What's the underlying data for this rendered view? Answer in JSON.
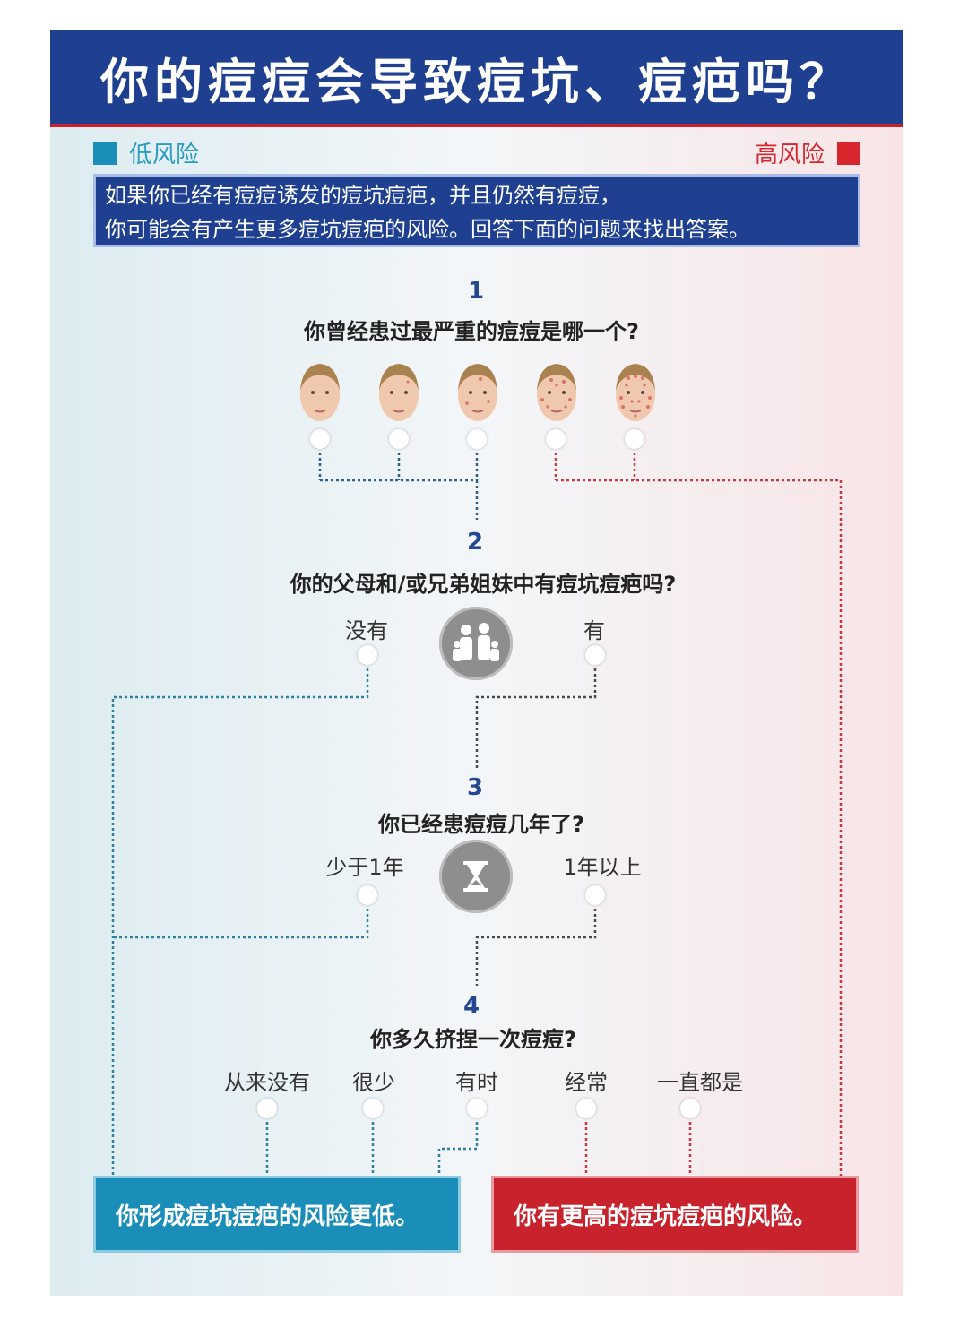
{
  "title": "你的痘痘会导致痘坑、痘疤吗？",
  "legend": {
    "low": "低风险",
    "high": "高风险",
    "low_color": "#1a8db8",
    "high_color": "#d8262e"
  },
  "intro": {
    "line1": "如果你已经有痘痘诱发的痘坑痘疤，并且仍然有痘痘，",
    "line2": "你可能会有产生更多痘坑痘疤的风险。回答下面的问题来找出答案。"
  },
  "questions": [
    {
      "number": "1",
      "text": "你曾经患过最严重的痘痘是哪一个?",
      "faces": [
        "face-clear",
        "face-mild",
        "face-moderate",
        "face-severe",
        "face-very-severe"
      ]
    },
    {
      "number": "2",
      "text": "你的父母和/或兄弟姐妹中有痘坑痘疤吗?",
      "options": [
        "没有",
        "有"
      ],
      "icon": "family-icon"
    },
    {
      "number": "3",
      "text": "你已经患痘痘几年了?",
      "options": [
        "少于1年",
        "1年以上"
      ],
      "icon": "hourglass-icon"
    },
    {
      "number": "4",
      "text": "你多久挤捏一次痘痘?",
      "options": [
        "从来没有",
        "很少",
        "有时",
        "经常",
        "一直都是"
      ]
    }
  ],
  "results": {
    "low": "你形成痘坑痘疤的风险更低。",
    "high": "你有更高的痘坑痘疤的风险。"
  }
}
